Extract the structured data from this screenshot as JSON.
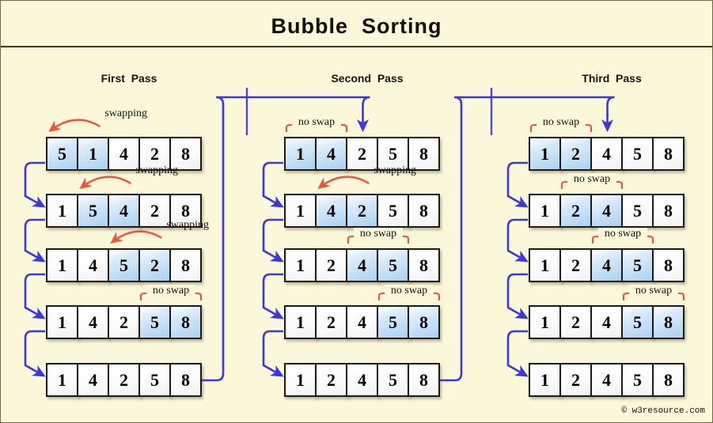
{
  "title": "Bubble  Sorting",
  "copyright": "© w3resource.com",
  "colors": {
    "background": "#fbf7d9",
    "cell_highlight": "#a8d2f2",
    "cell_plain": "#fafafa",
    "flow_arrow": "#3b34ea",
    "annotation": "#f4513a",
    "border": "#1b1b1b"
  },
  "passes": [
    {
      "id": "first-pass",
      "title": "First  Pass",
      "rows": [
        {
          "values": [
            "5",
            "1",
            "4",
            "2",
            "8"
          ],
          "highlight": [
            0,
            1
          ],
          "label": "swapping",
          "label_type": "swapping"
        },
        {
          "values": [
            "1",
            "5",
            "4",
            "2",
            "8"
          ],
          "highlight": [
            1,
            2
          ],
          "label": "swapping",
          "label_type": "swapping"
        },
        {
          "values": [
            "1",
            "4",
            "5",
            "2",
            "8"
          ],
          "highlight": [
            2,
            3
          ],
          "label": "swapping",
          "label_type": "swapping"
        },
        {
          "values": [
            "1",
            "4",
            "2",
            "5",
            "8"
          ],
          "highlight": [
            3,
            4
          ],
          "label": "no swap",
          "label_type": "no-swap"
        },
        {
          "values": [
            "1",
            "4",
            "2",
            "5",
            "8"
          ],
          "highlight": [],
          "label": "",
          "label_type": "none"
        }
      ]
    },
    {
      "id": "second-pass",
      "title": "Second  Pass",
      "rows": [
        {
          "values": [
            "1",
            "4",
            "2",
            "5",
            "8"
          ],
          "highlight": [
            0,
            1
          ],
          "label": "no swap",
          "label_type": "no-swap"
        },
        {
          "values": [
            "1",
            "4",
            "2",
            "5",
            "8"
          ],
          "highlight": [
            1,
            2
          ],
          "label": "swapping",
          "label_type": "swapping"
        },
        {
          "values": [
            "1",
            "2",
            "4",
            "5",
            "8"
          ],
          "highlight": [
            2,
            3
          ],
          "label": "no swap",
          "label_type": "no-swap"
        },
        {
          "values": [
            "1",
            "2",
            "4",
            "5",
            "8"
          ],
          "highlight": [
            3,
            4
          ],
          "label": "no swap",
          "label_type": "no-swap"
        },
        {
          "values": [
            "1",
            "2",
            "4",
            "5",
            "8"
          ],
          "highlight": [],
          "label": "",
          "label_type": "none"
        }
      ]
    },
    {
      "id": "third-pass",
      "title": "Third  Pass",
      "rows": [
        {
          "values": [
            "1",
            "2",
            "4",
            "5",
            "8"
          ],
          "highlight": [
            0,
            1
          ],
          "label": "no swap",
          "label_type": "no-swap"
        },
        {
          "values": [
            "1",
            "2",
            "4",
            "5",
            "8"
          ],
          "highlight": [
            1,
            2
          ],
          "label": "no swap",
          "label_type": "no-swap"
        },
        {
          "values": [
            "1",
            "2",
            "4",
            "5",
            "8"
          ],
          "highlight": [
            2,
            3
          ],
          "label": "no swap",
          "label_type": "no-swap"
        },
        {
          "values": [
            "1",
            "2",
            "4",
            "5",
            "8"
          ],
          "highlight": [
            3,
            4
          ],
          "label": "no swap",
          "label_type": "no-swap"
        },
        {
          "values": [
            "1",
            "2",
            "4",
            "5",
            "8"
          ],
          "highlight": [],
          "label": "",
          "label_type": "none"
        }
      ]
    }
  ]
}
